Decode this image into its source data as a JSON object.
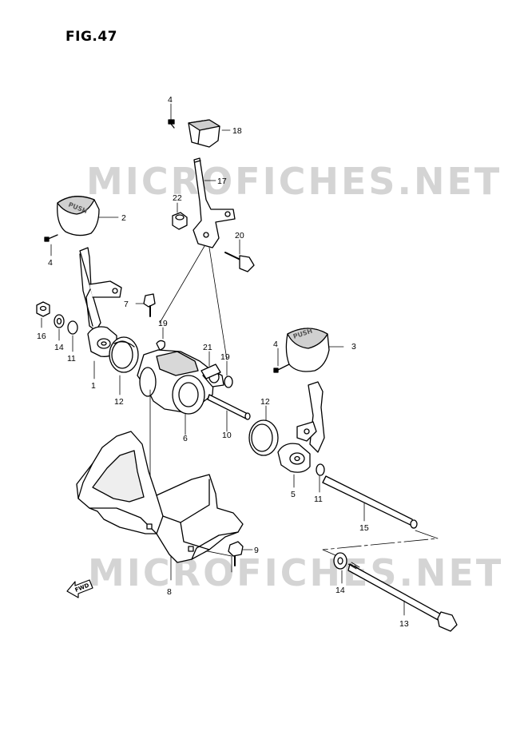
{
  "figure": {
    "title": "FIG.47",
    "watermark": "MICROFICHES.NET",
    "fwd_label": "FWD",
    "knob_text": "PUSH"
  },
  "callouts": {
    "c1": "1",
    "c2": "2",
    "c3": "3",
    "c4a": "4",
    "c4b": "4",
    "c4c": "4",
    "c5": "5",
    "c6": "6",
    "c7": "7",
    "c8": "8",
    "c9": "9",
    "c10": "10",
    "c11a": "11",
    "c11b": "11",
    "c12a": "12",
    "c12b": "12",
    "c13": "13",
    "c14a": "14",
    "c14b": "14",
    "c15": "15",
    "c16": "16",
    "c17": "17",
    "c18": "18",
    "c19a": "19",
    "c19b": "19",
    "c20": "20",
    "c21": "21",
    "c22": "22"
  },
  "colors": {
    "ink": "#000000",
    "watermark": "#d4d4d4",
    "paper": "#ffffff",
    "shade": "#bfbfbf"
  }
}
